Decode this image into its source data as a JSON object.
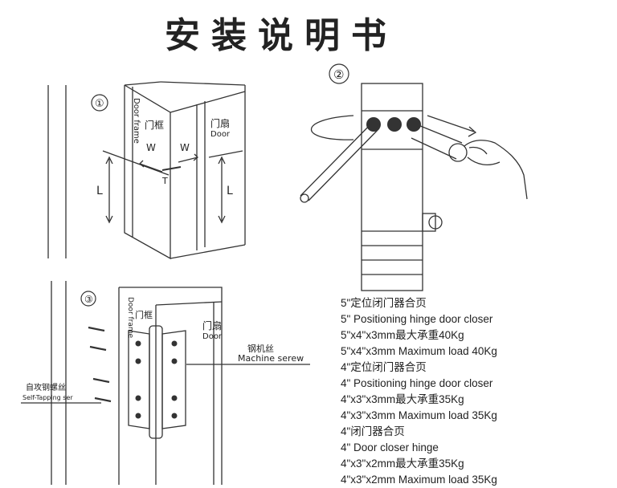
{
  "title": "安装说明书",
  "fig1": {
    "number": "①",
    "frame_label_en": "Door frame",
    "frame_label_cn": "门框",
    "door_label_cn": "门扇",
    "door_label_en": "Door",
    "w_left": "W",
    "w_right": "W",
    "t_label": "T",
    "l_left": "L",
    "l_right": "L"
  },
  "fig2": {
    "number": "②"
  },
  "fig3": {
    "number": "③",
    "frame_label_en": "Door frame",
    "frame_label_cn": "门框",
    "door_label_cn": "门扇",
    "door_label_en": "Door",
    "machine_cn": "钢机丝",
    "machine_en": "Machine serew",
    "tapping_cn": "自攻钢螺丝",
    "tapping_en": "Self-Tapping ser"
  },
  "specs": [
    "5\"定位闭门器合页",
    "5\" Positioning hinge door closer",
    "5\"x4\"x3mm最大承重40Kg",
    "5\"x4\"x3mm Maximum load 40Kg",
    "4\"定位闭门器合页",
    "4\" Positioning hinge door closer",
    "4\"x3\"x3mm最大承重35Kg",
    "4\"x3\"x3mm Maximum load 35Kg",
    "4\"闭门器合页",
    "4\" Door closer hinge",
    "4\"x3\"x2mm最大承重35Kg",
    "4\"x3\"x2mm Maximum load 35Kg"
  ]
}
